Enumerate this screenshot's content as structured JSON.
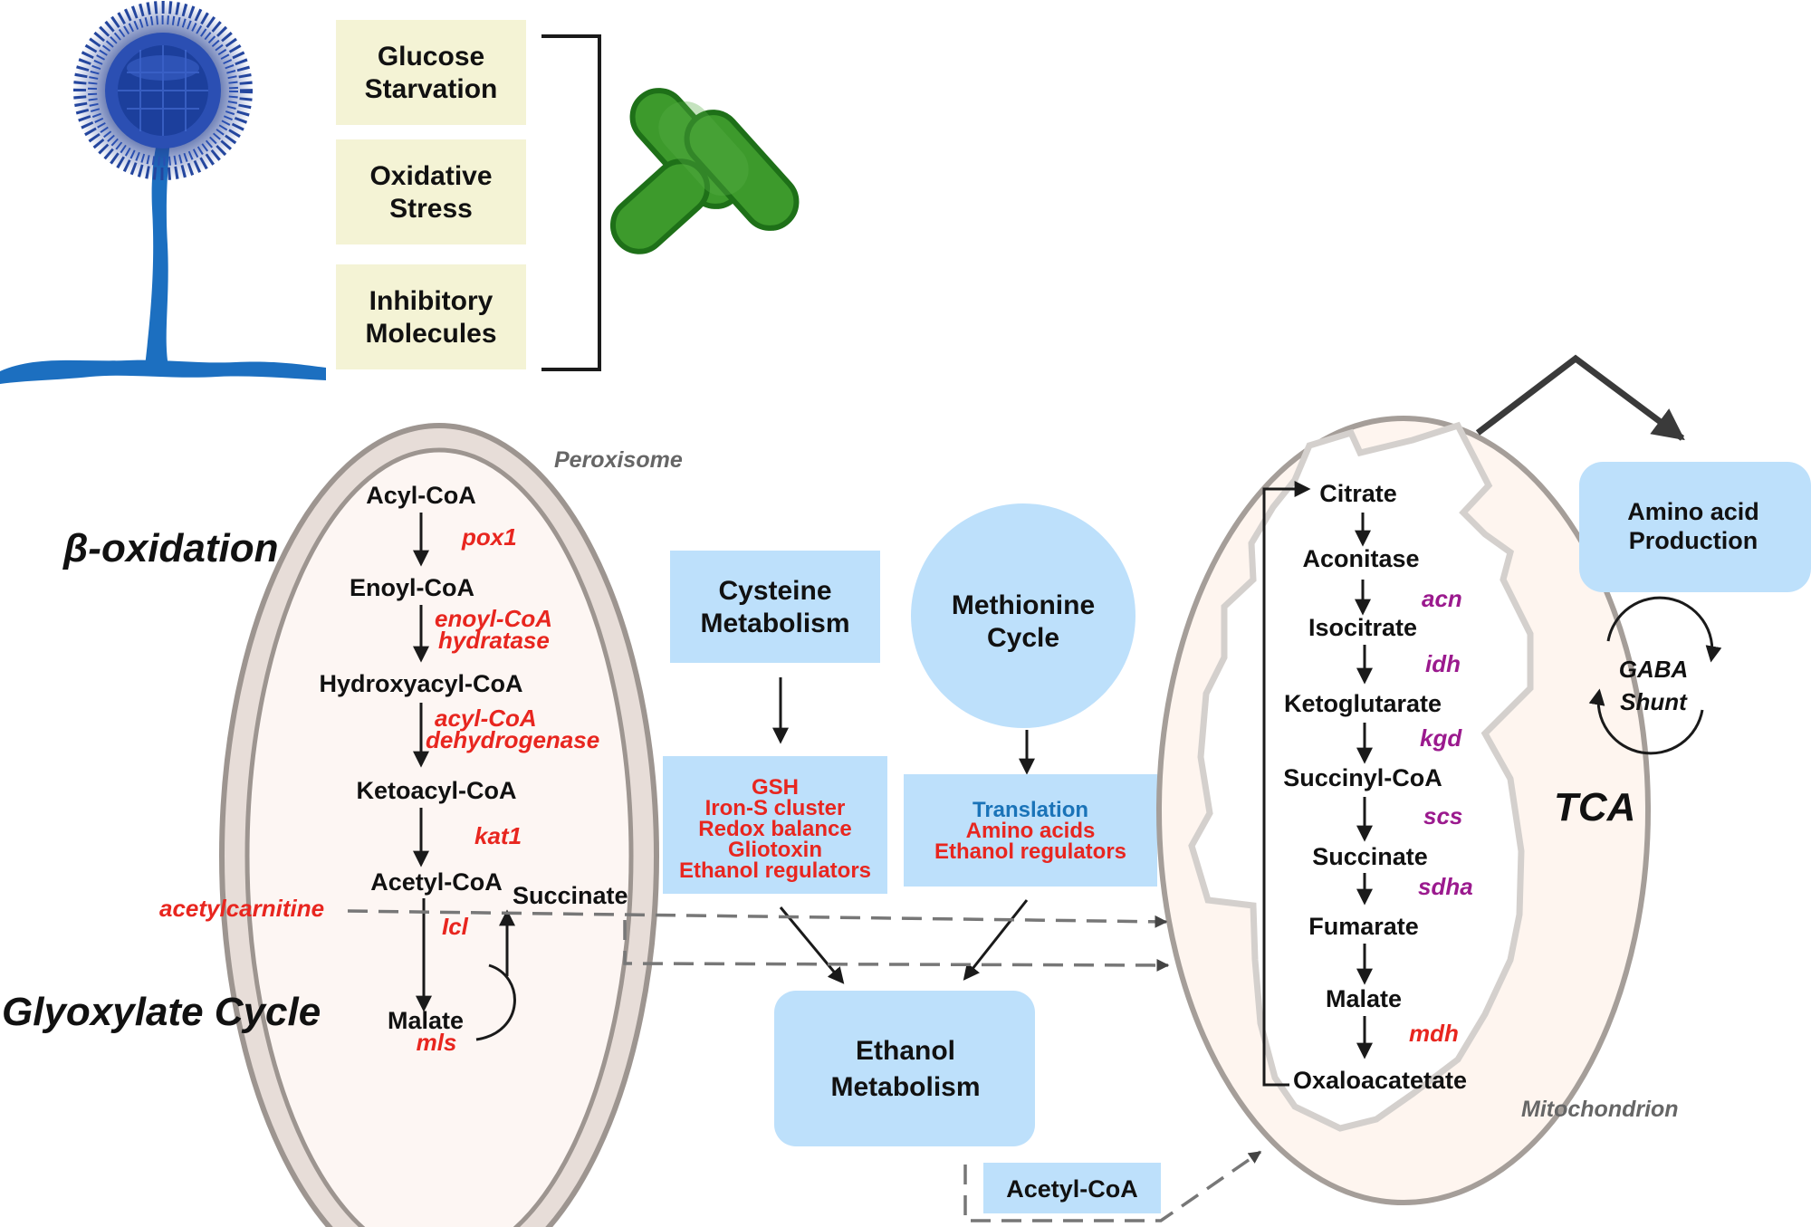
{
  "stressors": [
    "Glucose Starvation",
    "Oxidative Stress",
    "Inhibitory Molecules"
  ],
  "stressor_lines": [
    [
      "Glucose",
      "Starvation"
    ],
    [
      "Oxidative",
      "Stress"
    ],
    [
      "Inhibitory",
      "Molecules"
    ]
  ],
  "peroxisome": {
    "label": "Peroxisome",
    "beta_title": "β-oxidation",
    "glyox_title": "Glyoxylate Cycle",
    "metabolites": [
      "Acyl-CoA",
      "Enoyl-CoA",
      "Hydroxyacyl-CoA",
      "Ketoacyl-CoA",
      "Acetyl-CoA",
      "Succinate",
      "Malate"
    ],
    "enzymes": {
      "pox1": "pox1",
      "enoyl": [
        "enoyl-CoA",
        "hydratase"
      ],
      "acyl": [
        "acyl-CoA",
        "dehydrogenase"
      ],
      "kat1": "kat1",
      "icl": "Icl",
      "mls": "mls",
      "acetylcarnitine": "acetylcarnitine"
    }
  },
  "cysteine": {
    "title": [
      "Cysteine",
      "Metabolism"
    ],
    "outputs": [
      "GSH",
      "Iron-S cluster",
      "Redox balance",
      "Gliotoxin",
      "Ethanol regulators"
    ]
  },
  "methionine": {
    "title": [
      "Methionine",
      "Cycle"
    ],
    "outputs_blue": "Translation",
    "outputs_red": [
      "Amino acids",
      "Ethanol regulators"
    ]
  },
  "ethanol": {
    "title": [
      "Ethanol",
      "Metabolism"
    ]
  },
  "acetyl_box": "Acetyl-CoA",
  "mitochondrion": {
    "label": "Mitochondrion",
    "tca_title": "TCA",
    "metabolites": [
      "Citrate",
      "Aconitase",
      "Isocitrate",
      "Ketoglutarate",
      "Succinyl-CoA",
      "Succinate",
      "Fumarate",
      "Malate",
      "Oxaloacatetate"
    ],
    "enzymes": [
      "acn",
      "idh",
      "kgd",
      "scs",
      "sdha",
      "mdh"
    ]
  },
  "amino_acid": [
    "Amino acid",
    "Production"
  ],
  "gaba": [
    "GABA",
    "Shunt"
  ],
  "colors": {
    "box_fill": "#bde0fb",
    "stress_fill": "#f4f3d5",
    "enzyme_red": "#e8261f",
    "enzyme_purple": "#9b1a8e",
    "translation_blue": "#1a73b8",
    "fungus_blue": "#1c6fc0",
    "bacteria_green": "#3d9a2c"
  },
  "icons": [
    "fungus-conidiophore-icon",
    "bacteria-icon"
  ]
}
